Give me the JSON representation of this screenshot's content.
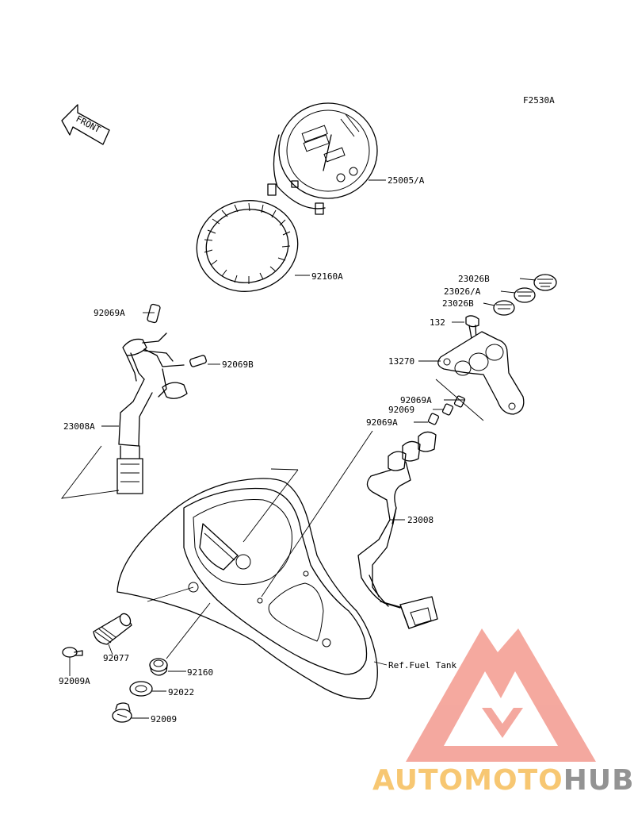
{
  "diagram": {
    "code": "F2530A",
    "front_label": "FRONT",
    "reference_label": "Ref.Fuel Tank"
  },
  "parts": [
    {
      "id": "25005/A"
    },
    {
      "id": "92160A"
    },
    {
      "id": "92069A"
    },
    {
      "id": "92069B"
    },
    {
      "id": "23008A"
    },
    {
      "id": "23026B"
    },
    {
      "id": "23026/A"
    },
    {
      "id": "23026B"
    },
    {
      "id": "132"
    },
    {
      "id": "13270"
    },
    {
      "id": "92069A"
    },
    {
      "id": "92069"
    },
    {
      "id": "92069A"
    },
    {
      "id": "23008"
    },
    {
      "id": "92077"
    },
    {
      "id": "92009A"
    },
    {
      "id": "92160"
    },
    {
      "id": "92022"
    },
    {
      "id": "92009"
    }
  ],
  "watermark": {
    "part1": "AUTOMOTO",
    "part2": "HUB",
    "color_primary": "#f4a49a",
    "color_orange": "#f7c56b",
    "color_gray": "#8e8e8e"
  }
}
